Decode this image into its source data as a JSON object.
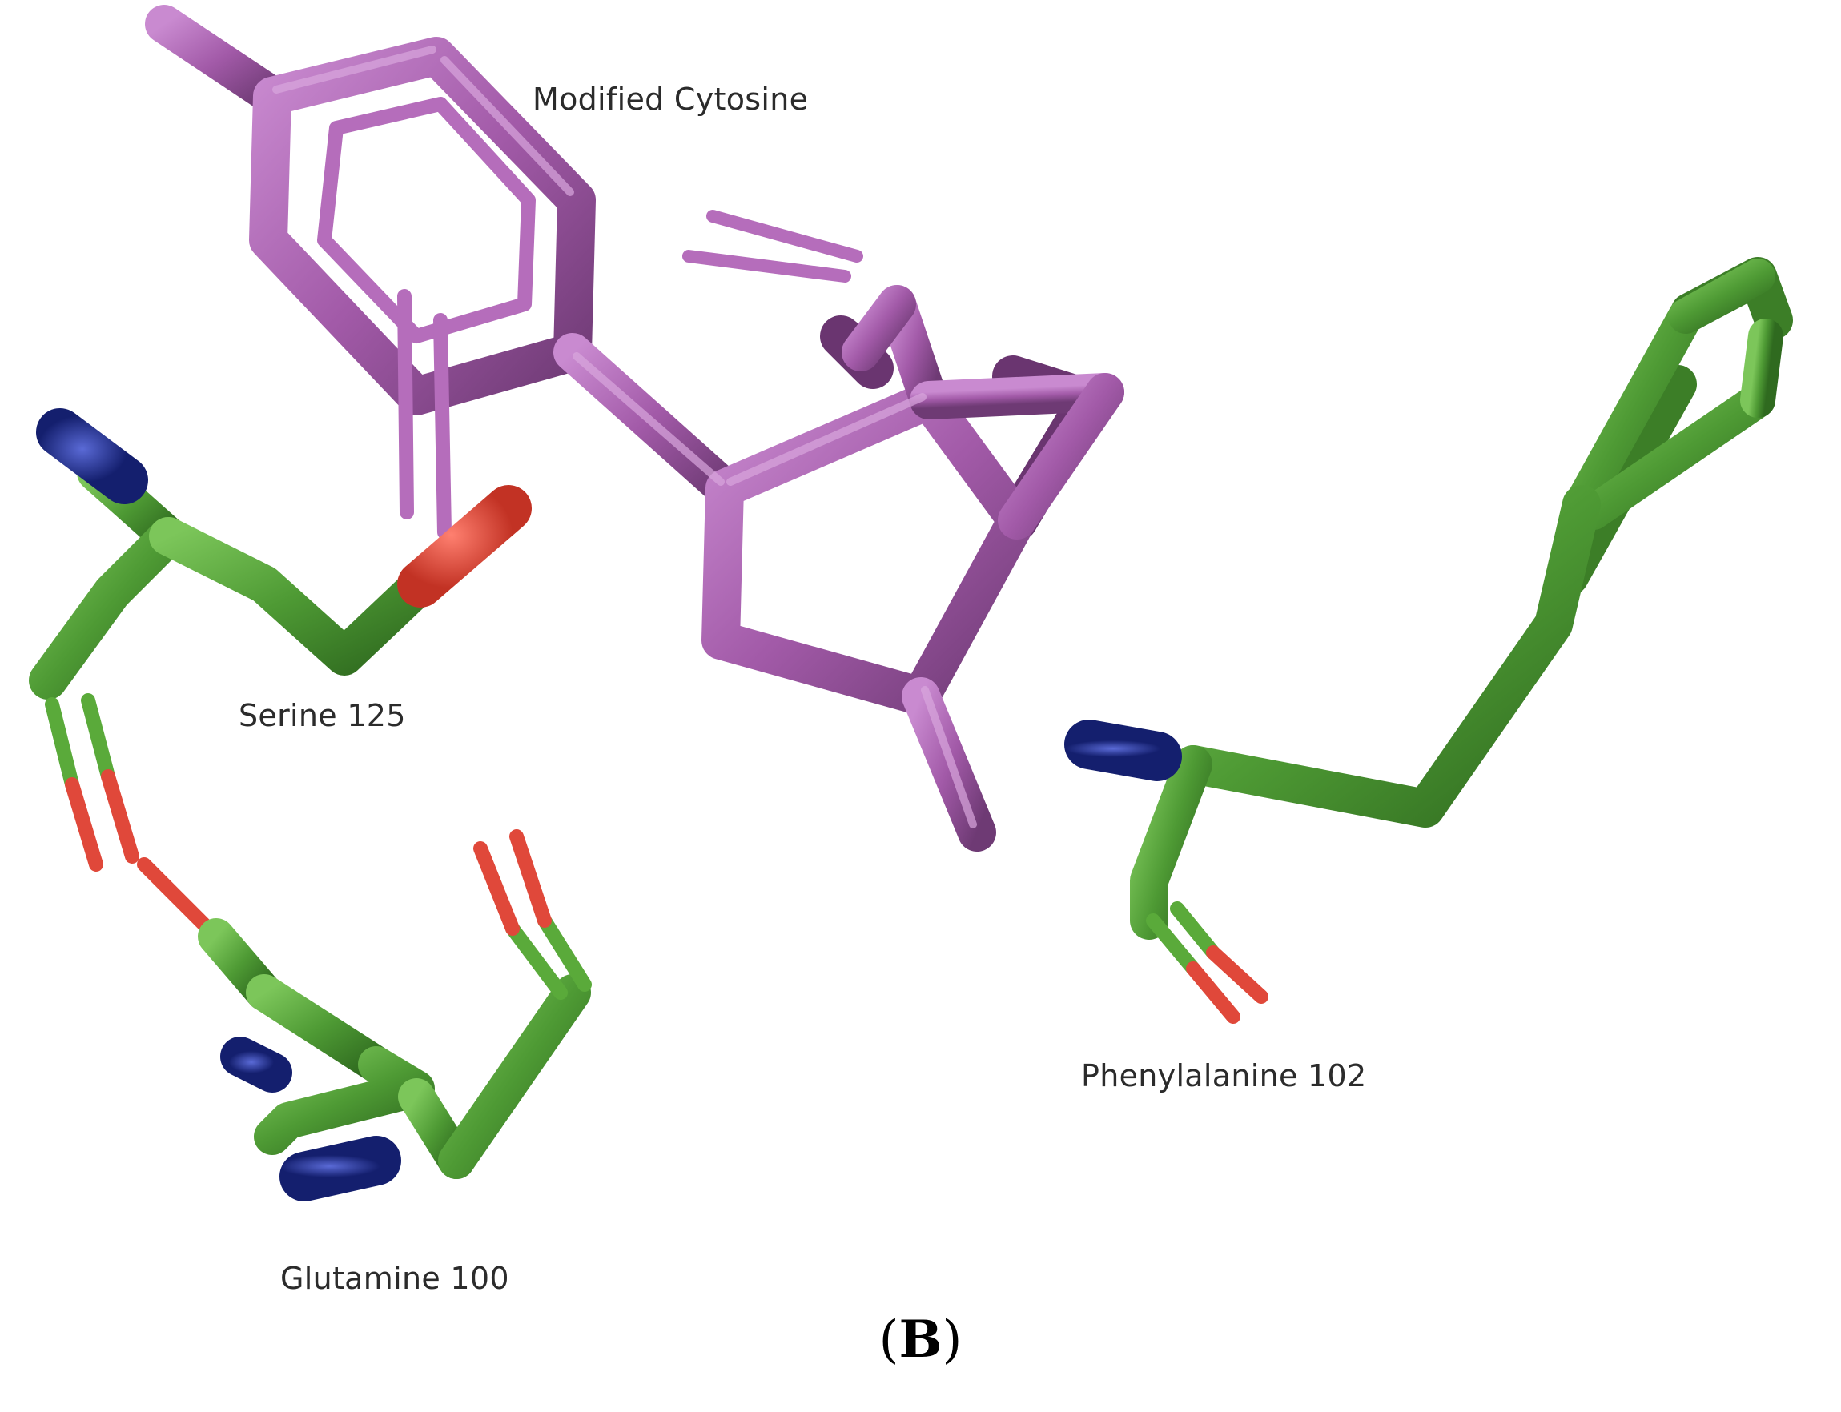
{
  "labels": {
    "modified_cytosine": "Modified Cytosine",
    "serine": "Serine 125",
    "glutamine": "Glutamine 100",
    "phenylalanine": "Phenylalanine 102"
  },
  "panel": {
    "open": "(",
    "letter": "B",
    "close": ")"
  },
  "colors": {
    "ligand": "#a25aa8",
    "carbon": "#4e9a34",
    "nitrogen": "#1f2f96",
    "oxygen": "#e0483a",
    "background": "#ffffff"
  }
}
